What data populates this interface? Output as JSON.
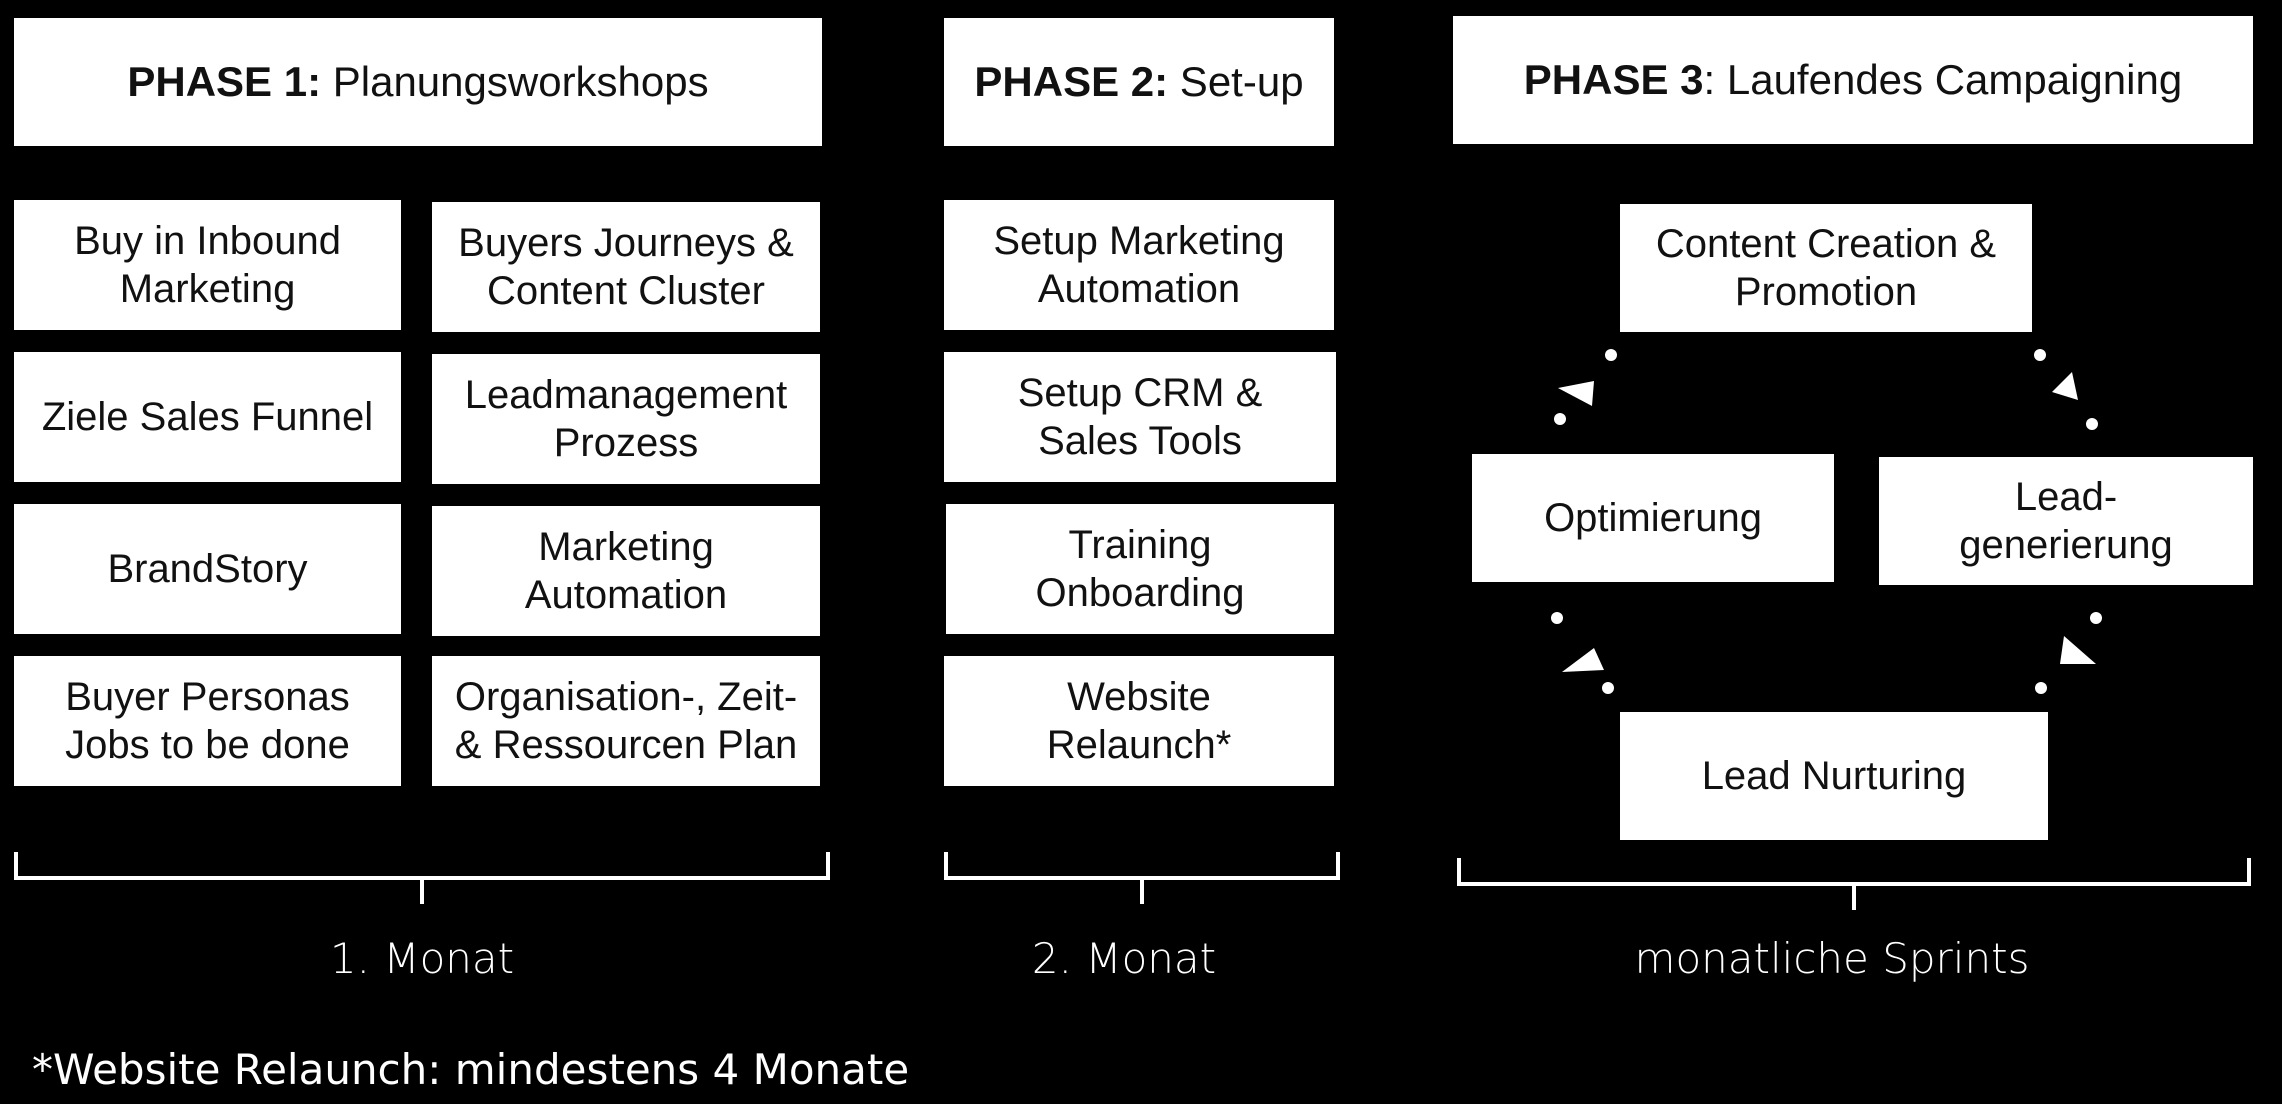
{
  "colors": {
    "background": "#000000",
    "box": "#ffffff",
    "text_dark": "#111111",
    "text_light": "#ffffff"
  },
  "phases": [
    {
      "prefix": "PHASE 1:",
      "title": " Planungsworkshops",
      "items": [
        "Buy in Inbound\nMarketing",
        "Buyers Journeys &\nContent Cluster",
        "Ziele Sales Funnel",
        "Leadmanagement\nProzess",
        "BrandStory",
        "Marketing\nAutomation",
        "Buyer Personas\nJobs to be done",
        "Organisation-, Zeit-\n& Ressourcen Plan"
      ],
      "timeline": "1. Monat"
    },
    {
      "prefix": "PHASE 2:",
      "title": " Set-up",
      "items": [
        "Setup Marketing\nAutomation",
        "Setup CRM &\nSales Tools",
        "Training\nOnboarding",
        "Website\nRelaunch*"
      ],
      "timeline": "2. Monat"
    },
    {
      "prefix": "PHASE 3",
      "title": ": Laufendes Campaigning",
      "cycle": {
        "top": "Content Creation &\nPromotion",
        "left": "Optimierung",
        "right": "Lead-\ngenerierung",
        "bottom": "Lead Nurturing"
      },
      "timeline": "monatliche Sprints"
    }
  ],
  "footnote": "*Website Relaunch: mindestens 4 Monate"
}
